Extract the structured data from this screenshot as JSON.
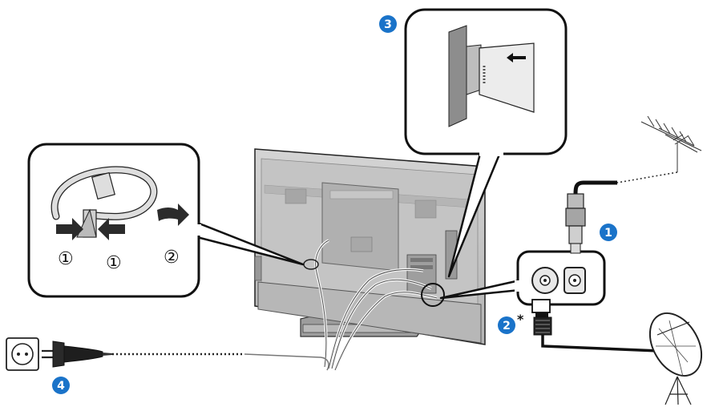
{
  "colors": {
    "badge": "#1a73c9",
    "outline": "#1a1a1a",
    "tv_back": "#c8c8c8",
    "tv_back_dark": "#9a9a9a",
    "arrow_fill": "#2b2b2b"
  },
  "badges": {
    "one": "1",
    "two": "2",
    "three": "3",
    "four": "4"
  },
  "asterisk": "*",
  "clamp_callout": {
    "step1a": "①",
    "step1b": "①",
    "step2": "②"
  },
  "icons": [
    "power-socket-icon",
    "power-plug-icon",
    "antenna-icon",
    "satellite-dish-icon",
    "coax-plug-icon",
    "satellite-plug-icon",
    "ci-card-icon",
    "cable-clamp-icon"
  ]
}
